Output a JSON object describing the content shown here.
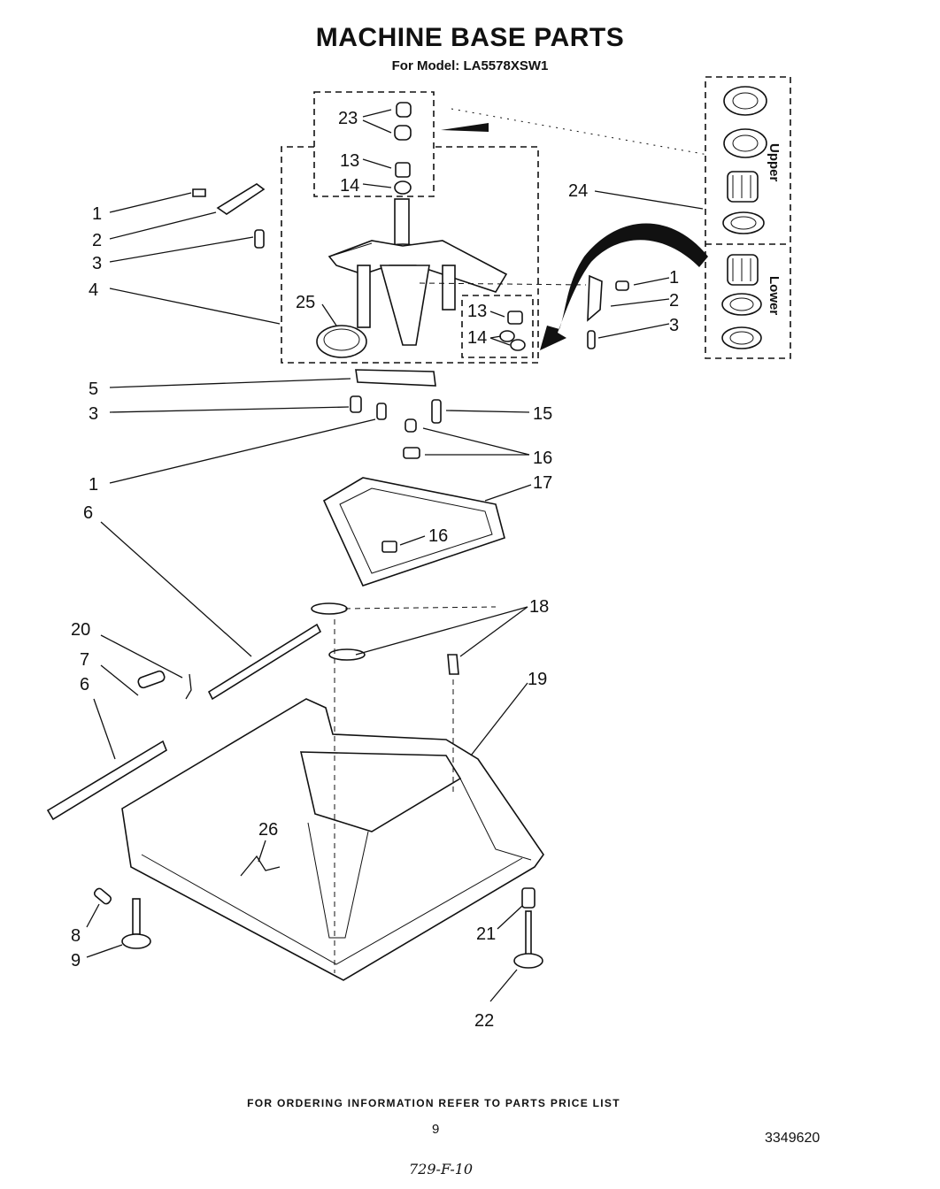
{
  "header": {
    "title": "MACHINE BASE PARTS",
    "model": "For Model: LA5578XSW1"
  },
  "inset": {
    "upper_label": "Upper",
    "lower_label": "Lower"
  },
  "callouts": [
    "1",
    "2",
    "3",
    "4",
    "5",
    "3",
    "1",
    "6",
    "20",
    "7",
    "6",
    "8",
    "9",
    "23",
    "13",
    "14",
    "13",
    "14",
    "25",
    "24",
    "1",
    "2",
    "3",
    "15",
    "16",
    "17",
    "16",
    "18",
    "19",
    "26",
    "21",
    "22"
  ],
  "footer": {
    "note": "FOR ORDERING INFORMATION REFER TO PARTS PRICE LIST",
    "page_number": "9",
    "doc_number": "3349620",
    "handwritten": "729-F-10"
  }
}
